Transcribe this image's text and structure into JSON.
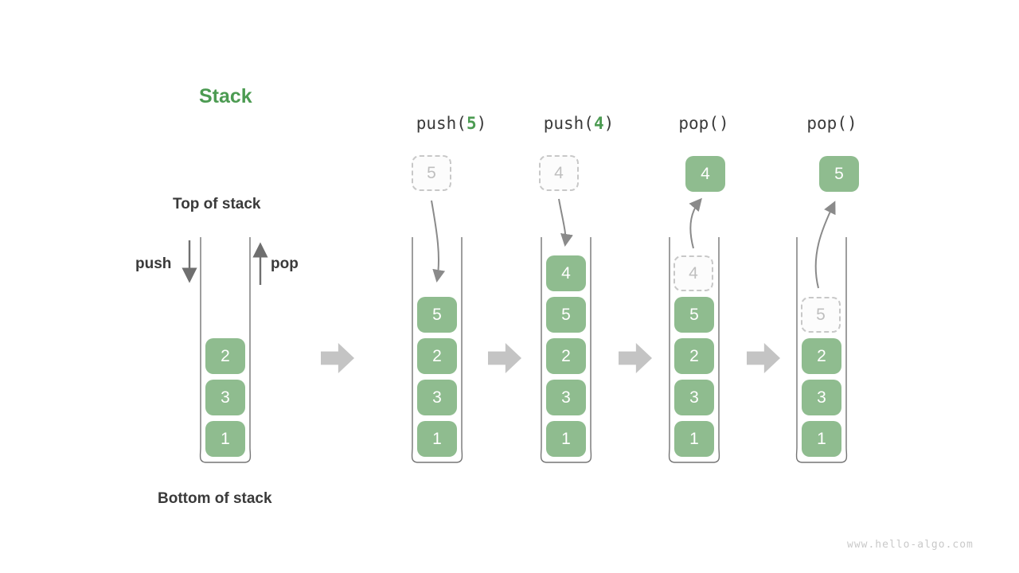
{
  "title": "Stack",
  "labels": {
    "top_of_stack": "Top of stack",
    "bottom_of_stack": "Bottom of stack",
    "push": "push",
    "pop": "pop"
  },
  "watermark": "www.hello-algo.com",
  "colors": {
    "box_green": "#8fbc8f",
    "accent_green": "#4c9b52",
    "text_dark": "#3a3a3a",
    "dashed_border_gray": "#c8c8c8",
    "arrow_gray": "#8a8a8a",
    "block_arrow_gray": "#c4c4c4",
    "container_stroke": "#757575"
  },
  "initial_stack": {
    "boxes": [
      "2",
      "3",
      "1"
    ]
  },
  "operations": [
    {
      "label": {
        "prefix": "push(",
        "arg": "5",
        "suffix": ")"
      },
      "floating_box": {
        "value": "5",
        "style": "dashed"
      },
      "stack": [
        "5",
        "2",
        "3",
        "1"
      ]
    },
    {
      "label": {
        "prefix": "push(",
        "arg": "4",
        "suffix": ")"
      },
      "floating_box": {
        "value": "4",
        "style": "dashed"
      },
      "stack": [
        "4",
        "5",
        "2",
        "3",
        "1"
      ]
    },
    {
      "label": {
        "prefix": "pop()",
        "arg": "",
        "suffix": ""
      },
      "floating_box": {
        "value": "4",
        "style": "solid"
      },
      "popped_slot": "4",
      "stack": [
        "5",
        "2",
        "3",
        "1"
      ]
    },
    {
      "label": {
        "prefix": "pop()",
        "arg": "",
        "suffix": ""
      },
      "floating_box": {
        "value": "5",
        "style": "solid"
      },
      "popped_slot": "5",
      "stack": [
        "2",
        "3",
        "1"
      ]
    }
  ]
}
